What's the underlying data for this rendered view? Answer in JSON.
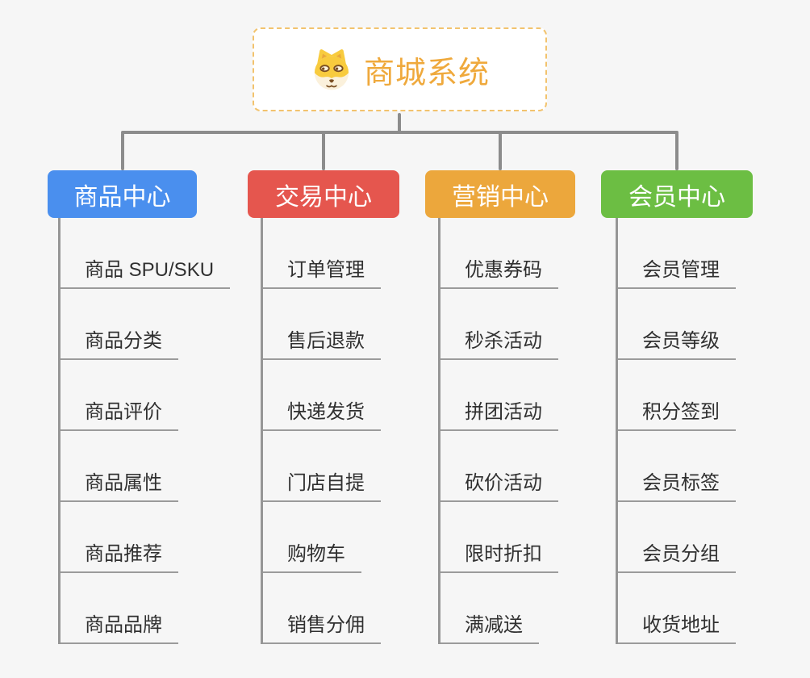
{
  "root": {
    "title": "商城系统",
    "icon": "shiba-dog-icon"
  },
  "branches": [
    {
      "label": "商品中心",
      "color": "#4A8FEE",
      "items": [
        "商品 SPU/SKU",
        "商品分类",
        "商品评价",
        "商品属性",
        "商品推荐",
        "商品品牌"
      ]
    },
    {
      "label": "交易中心",
      "color": "#E5564E",
      "items": [
        "订单管理",
        "售后退款",
        "快递发货",
        "门店自提",
        "购物车",
        "销售分佣"
      ]
    },
    {
      "label": "营销中心",
      "color": "#ECA73C",
      "items": [
        "优惠券码",
        "秒杀活动",
        "拼团活动",
        "砍价活动",
        "限时折扣",
        "满减送"
      ]
    },
    {
      "label": "会员中心",
      "color": "#6CBE43",
      "items": [
        "会员管理",
        "会员等级",
        "积分签到",
        "会员标签",
        "会员分组",
        "收货地址"
      ]
    }
  ],
  "colors": {
    "background": "#F6F6F6",
    "connector": "#8C8C8C",
    "column_line": "#969696",
    "leaf_underline": "#9B9B9B",
    "root_border": "#F2C36E",
    "root_text": "#EFA93C",
    "leaf_text": "#303030"
  }
}
